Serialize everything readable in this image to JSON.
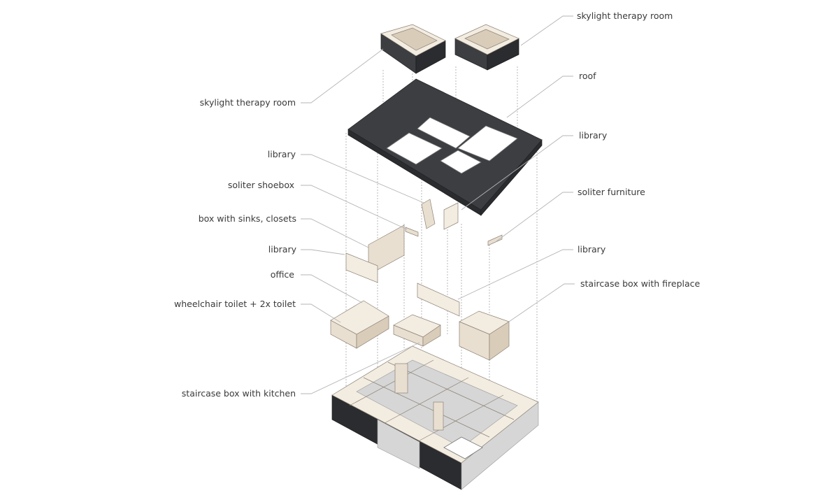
{
  "labels_left": [
    {
      "text": "skylight therapy room"
    },
    {
      "text": "library"
    },
    {
      "text": "soliter shoebox"
    },
    {
      "text": "box with sinks, closets"
    },
    {
      "text": "library"
    },
    {
      "text": "office"
    },
    {
      "text": "wheelchair toilet + 2x toilet"
    },
    {
      "text": "staircase box with kitchen"
    }
  ],
  "labels_right": [
    {
      "text": "skylight therapy room"
    },
    {
      "text": "roof"
    },
    {
      "text": "library"
    },
    {
      "text": "soliter furniture"
    },
    {
      "text": "library"
    },
    {
      "text": "staircase box with fireplace"
    }
  ],
  "colors": {
    "roof": "#3c3e42",
    "timber": "#e9dfd0",
    "facade_dark": "#2b2c2f",
    "leader_line": "#b5b5b5"
  }
}
